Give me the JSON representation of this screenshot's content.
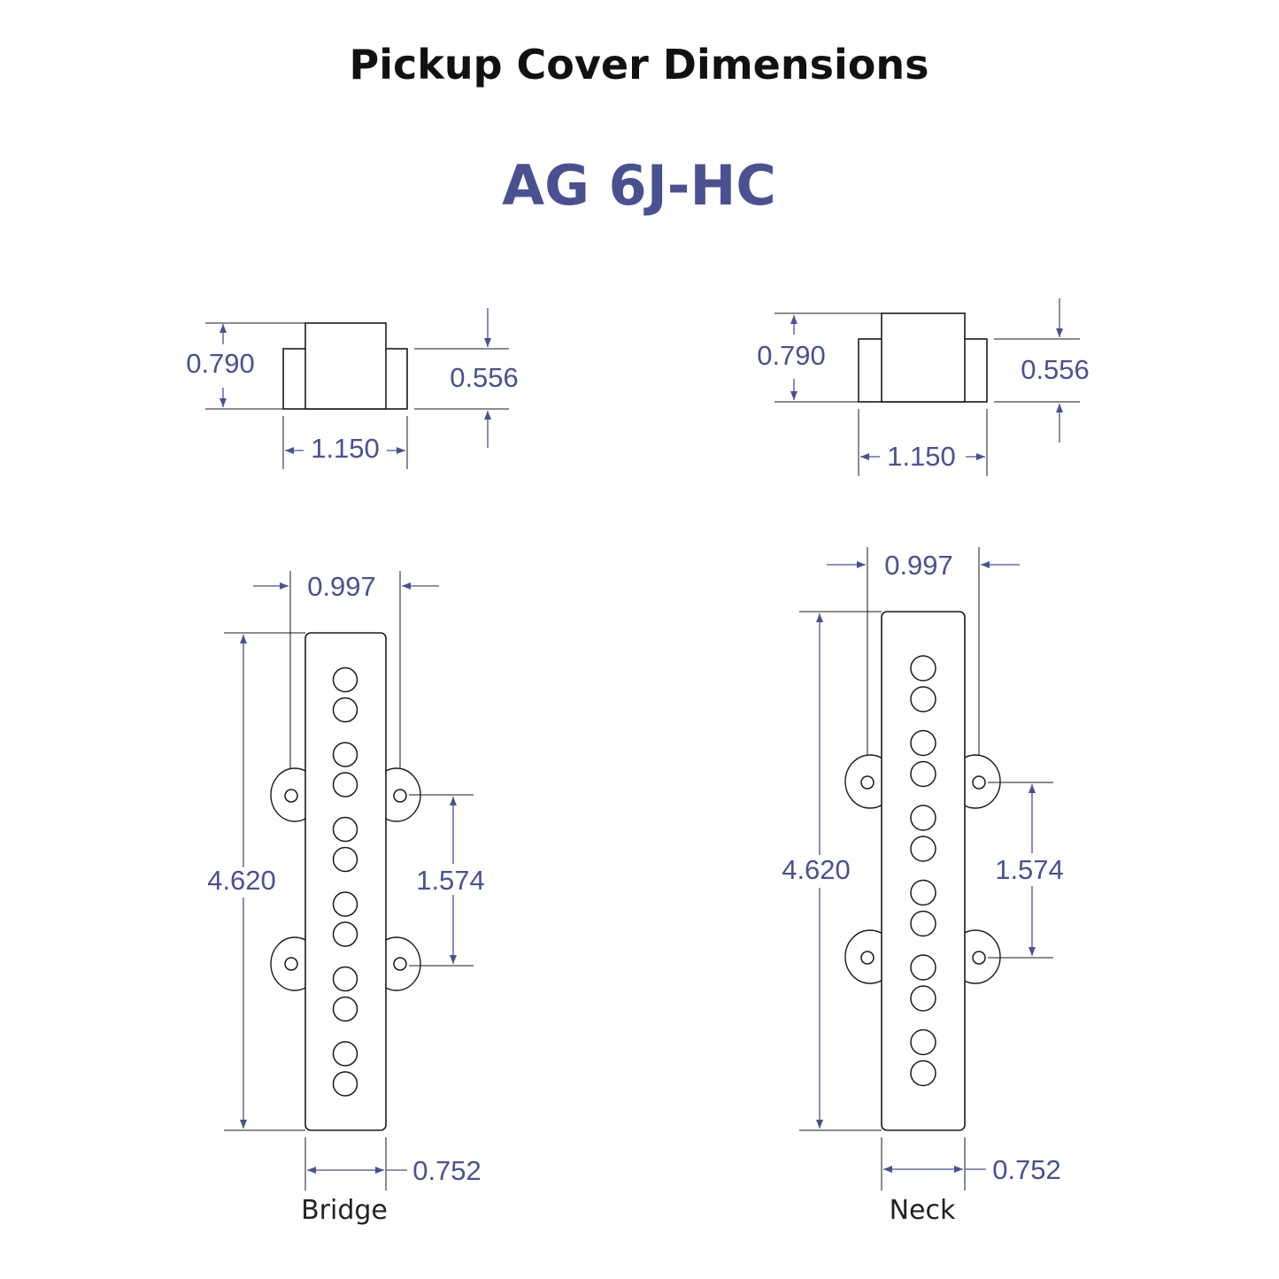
{
  "header": {
    "title": "Pickup Cover Dimensions",
    "model": "AG 6J-HC"
  },
  "colors": {
    "accent": "#4a5190",
    "line": "#1a1a1a"
  },
  "views": [
    {
      "label": "Bridge",
      "side_view": {
        "total_height": "0.790",
        "step_height": "0.556",
        "base_width": "1.150"
      },
      "top_view": {
        "top_width": "0.997",
        "length": "4.620",
        "mount_spacing": "1.574",
        "body_width": "0.752"
      },
      "pole_pieces": 12
    },
    {
      "label": "Neck",
      "side_view": {
        "total_height": "0.790",
        "step_height": "0.556",
        "base_width": "1.150"
      },
      "top_view": {
        "top_width": "0.997",
        "length": "4.620",
        "mount_spacing": "1.574",
        "body_width": "0.752"
      },
      "pole_pieces": 12
    }
  ]
}
